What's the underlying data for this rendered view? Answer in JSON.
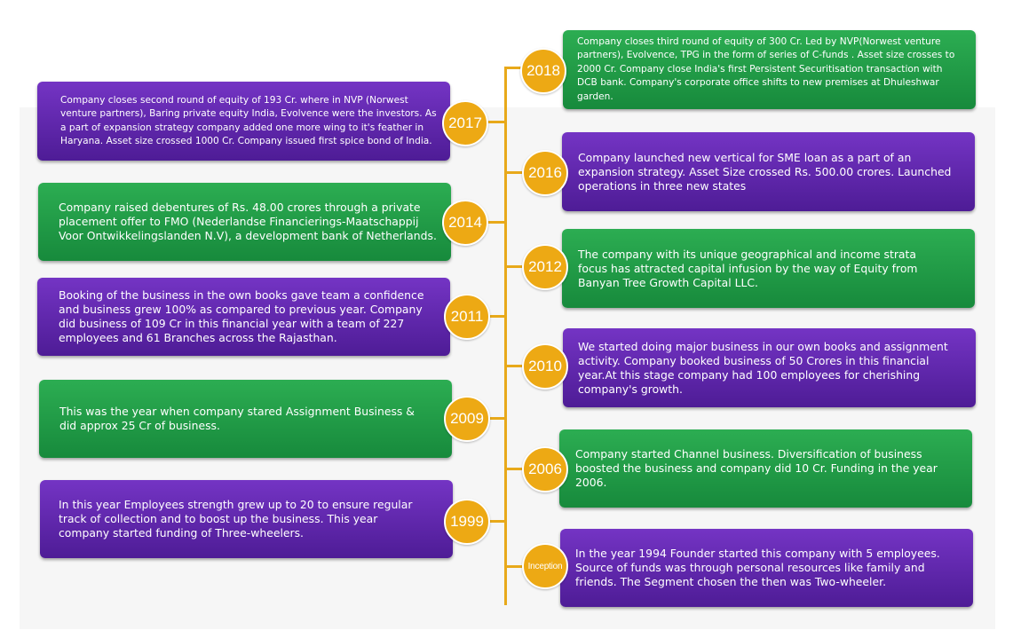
{
  "timeline": {
    "left": [
      {
        "year": "2017",
        "color": "purple",
        "text": "Company closes second round of equity of   193 Cr. where in NVP (Norwest venture partners), Baring private equity India, Evolvence were the investors. As a part of expansion strategy company added one more wing to it's feather in Haryana. Asset size crossed 1000 Cr. Company issued first spice bond of India."
      },
      {
        "year": "2014",
        "color": "green",
        "text": "Company raised debentures of Rs. 48.00 crores through a private placement offer to FMO (Nederlandse Financierings-Maatschappij Voor Ontwikkelingslanden N.V), a development bank of Netherlands."
      },
      {
        "year": "2011",
        "color": "purple",
        "text": "Booking of the business in the own books gave team a confidence and business grew 100% as compared to previous year. Company did business of 109 Cr in this financial year with a team of 227 employees and 61 Branches across the Rajasthan."
      },
      {
        "year": "2009",
        "color": "green",
        "text": "This was the year when company stared Assignment Business & did approx 25 Cr of business."
      },
      {
        "year": "1999",
        "color": "purple",
        "text": "In this year Employees strength grew up to 20 to ensure regular track of collection and to boost up the business. This year company started funding of Three-wheelers."
      }
    ],
    "right": [
      {
        "year": "2018",
        "color": "green",
        "text": "Company closes third round of equity of 300 Cr. Led by NVP(Norwest venture partners), Evolvence, TPG in the form of series of C-funds . Asset size crosses to 2000 Cr. Company close India's first Persistent Securitisation transaction with DCB bank. Company's corporate office shifts to new premises at Dhuleshwar garden."
      },
      {
        "year": "2016",
        "color": "purple",
        "text": "Company launched new vertical for SME loan as a part of an expansion strategy. Asset Size crossed Rs. 500.00 crores. Launched operations in three new states"
      },
      {
        "year": "2012",
        "color": "green",
        "text": "The company with its unique geographical and income strata focus has attracted capital infusion by the way of Equity from Banyan Tree Growth Capital LLC."
      },
      {
        "year": "2010",
        "color": "purple",
        "text": "We started doing major business in our own books and assignment activity. Company booked business of 50 Crores in this financial year.At this stage company had 100 employees for cherishing company's growth."
      },
      {
        "year": "2006",
        "color": "green",
        "text": "Company started Channel business. Diversification of business boosted the business and company did 10 Cr. Funding in the year 2006."
      },
      {
        "year": "Inception",
        "color": "purple",
        "text": "In the year 1994 Founder started this company with 5 employees. Source of funds was through personal resources like family and friends. The Segment chosen the then was Two-wheeler."
      }
    ]
  }
}
